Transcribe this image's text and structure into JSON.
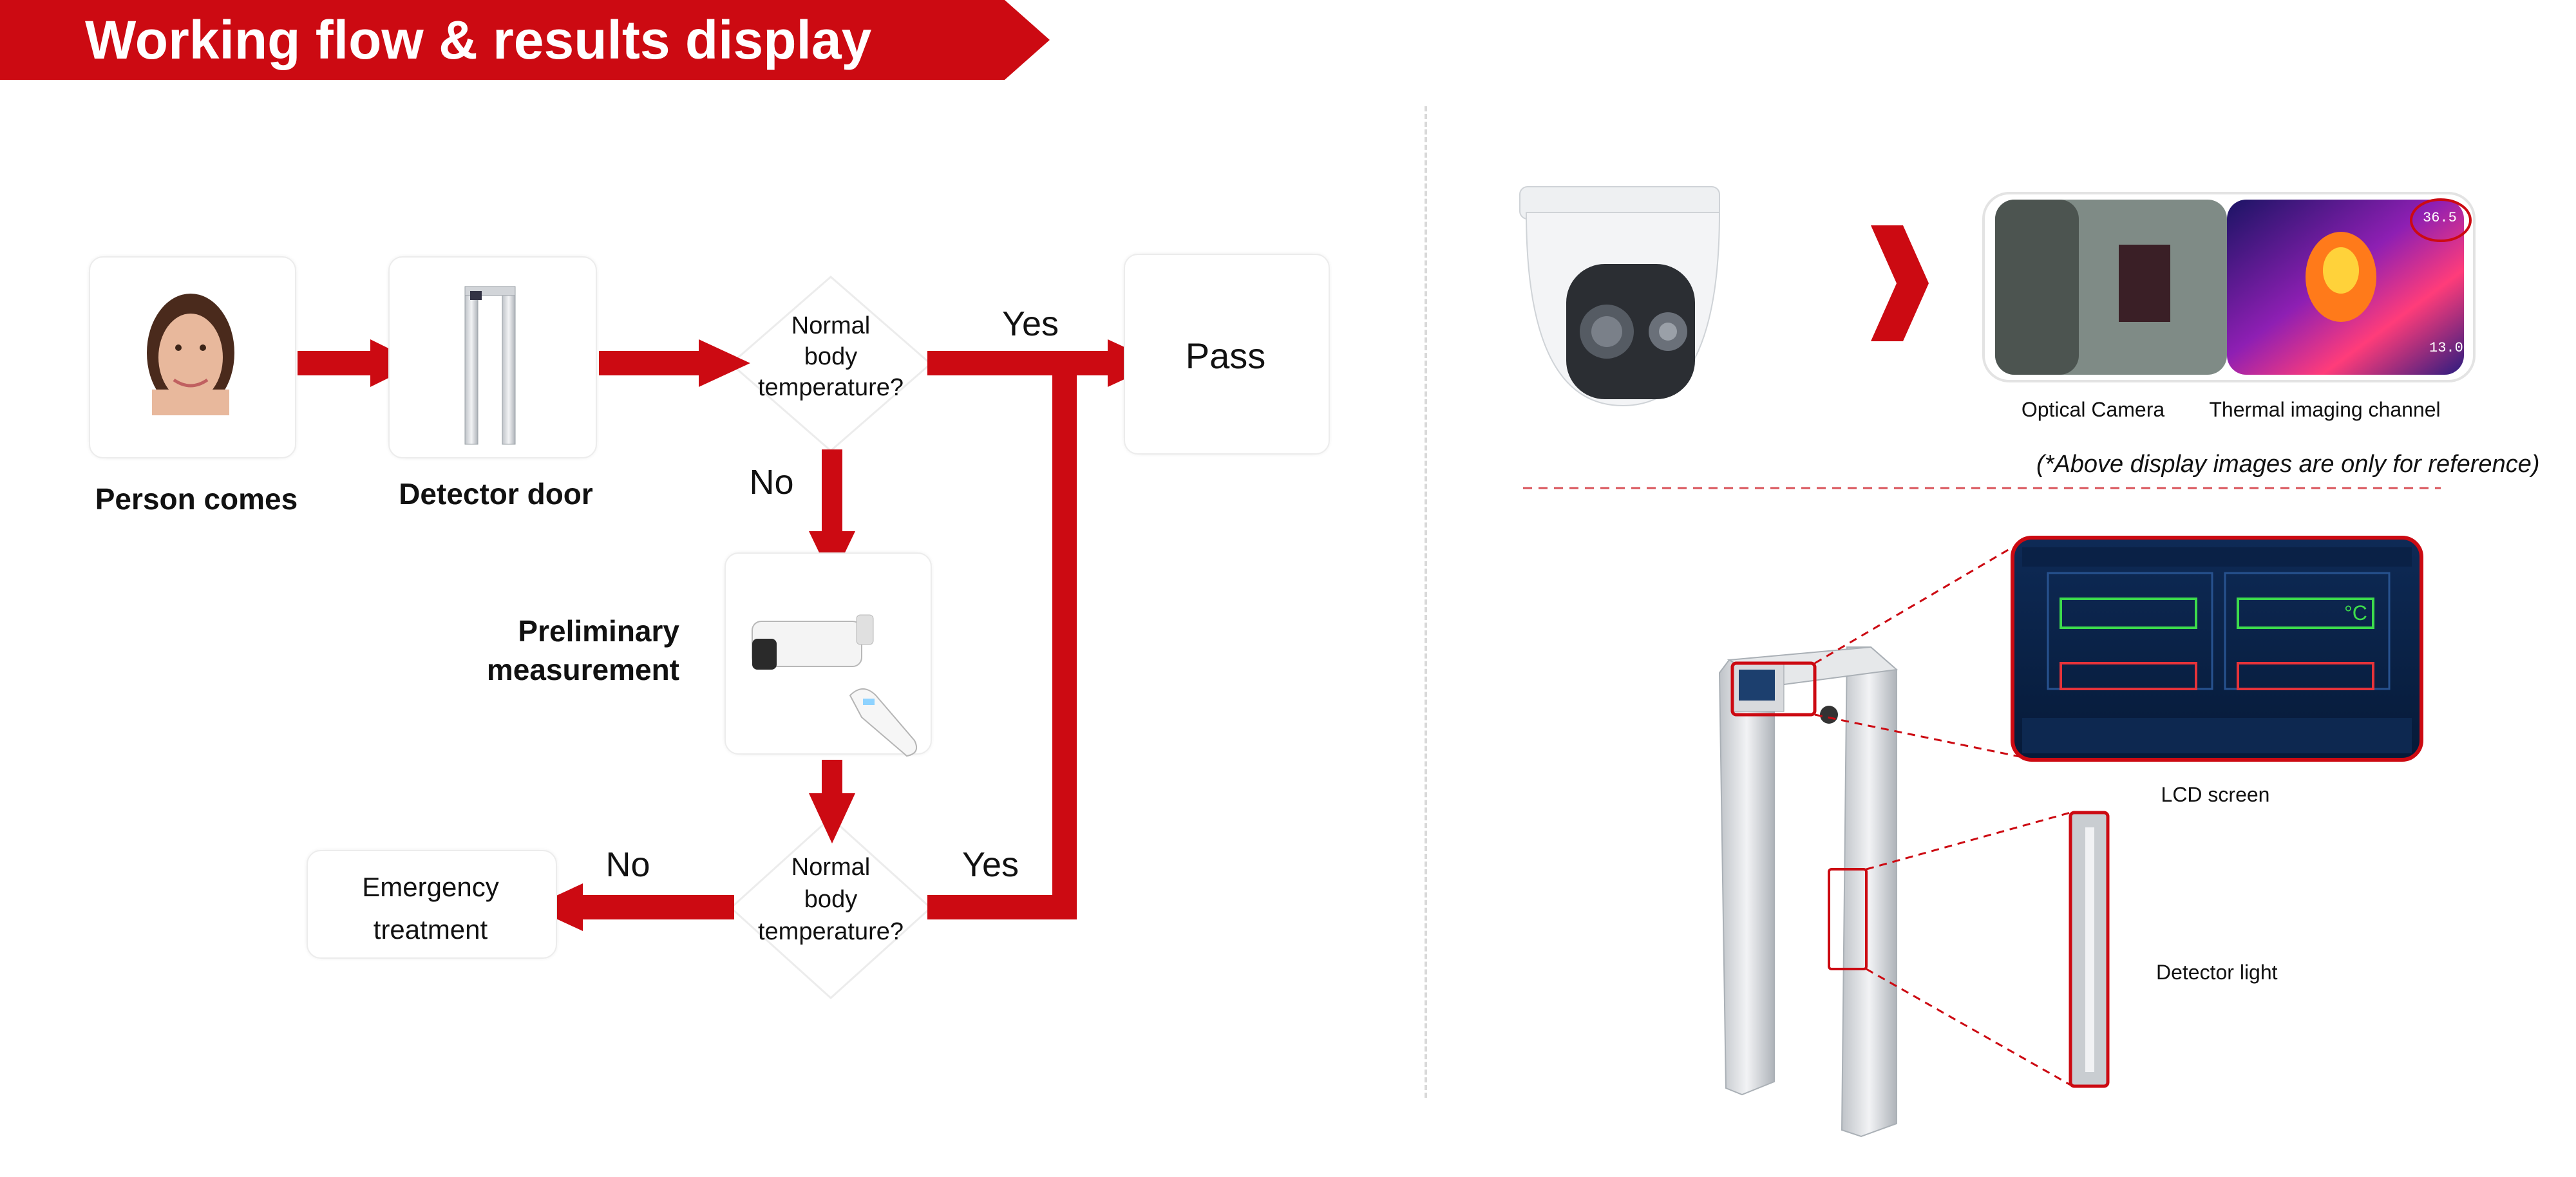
{
  "title": "Working flow & results display",
  "colors": {
    "accent": "#cc0a12",
    "divider": "#d9d9d9"
  },
  "flow": {
    "person_comes": "Person comes",
    "detector_door": "Detector door",
    "decision_top": [
      "Normal",
      "body",
      "temperature?"
    ],
    "yes_top": "Yes",
    "pass": "Pass",
    "no_top": "No",
    "preliminary": [
      "Preliminary",
      "measurement"
    ],
    "decision_bottom": [
      "Normal",
      "body",
      "temperature?"
    ],
    "yes_bottom": "Yes",
    "no_bottom": "No",
    "emergency": [
      "Emergency",
      "treatment"
    ]
  },
  "display": {
    "optical_camera": "Optical Camera",
    "thermal_channel": "Thermal imaging channel",
    "reference_note": "(*Above display images are only for reference)",
    "temp_reading_high": "36.5",
    "temp_reading_low": "13.0",
    "lcd_screen": "LCD screen",
    "detector_light": "Detector light",
    "lcd_unit": "°C"
  }
}
